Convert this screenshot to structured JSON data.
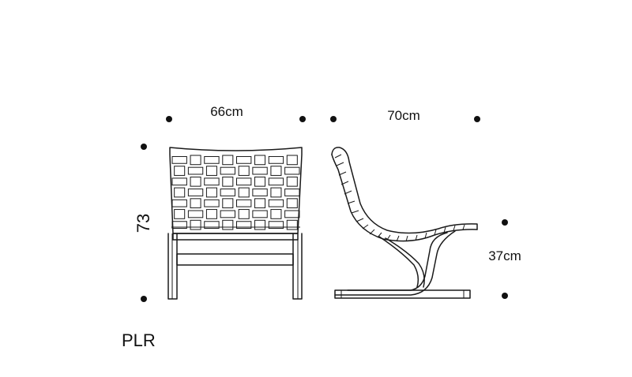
{
  "dimensions": {
    "front_width": "66cm",
    "height": "73",
    "side_depth": "70cm",
    "seat_height": "37cm"
  },
  "product_code": "PLR",
  "colors": {
    "line": "#1a1a1a",
    "background": "#ffffff"
  }
}
